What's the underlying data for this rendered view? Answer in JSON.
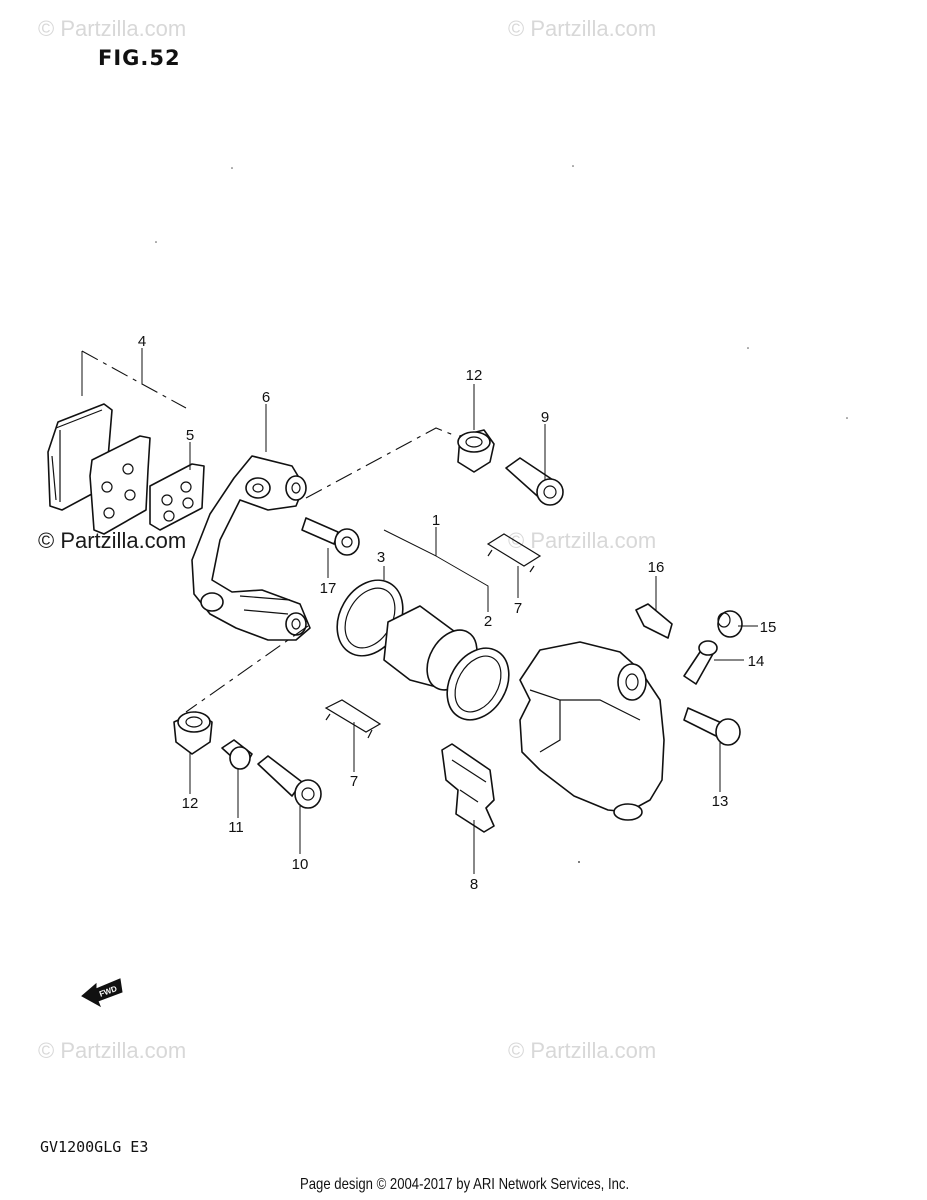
{
  "figure_title": "FIG.52",
  "model_code": "GV1200GLG  E3",
  "footer_text": "Page design © 2004-2017 by ARI Network Services, Inc.",
  "watermark_text": "© Partzilla.com",
  "fwd_label": "FWD",
  "callouts": {
    "c1": "1",
    "c2": "2",
    "c3": "3",
    "c4": "4",
    "c5": "5",
    "c6": "6",
    "c7a": "7",
    "c7b": "7",
    "c8": "8",
    "c9": "9",
    "c10": "10",
    "c11": "11",
    "c12a": "12",
    "c12b": "12",
    "c13": "13",
    "c14": "14",
    "c15": "15",
    "c16": "16",
    "c17": "17"
  }
}
